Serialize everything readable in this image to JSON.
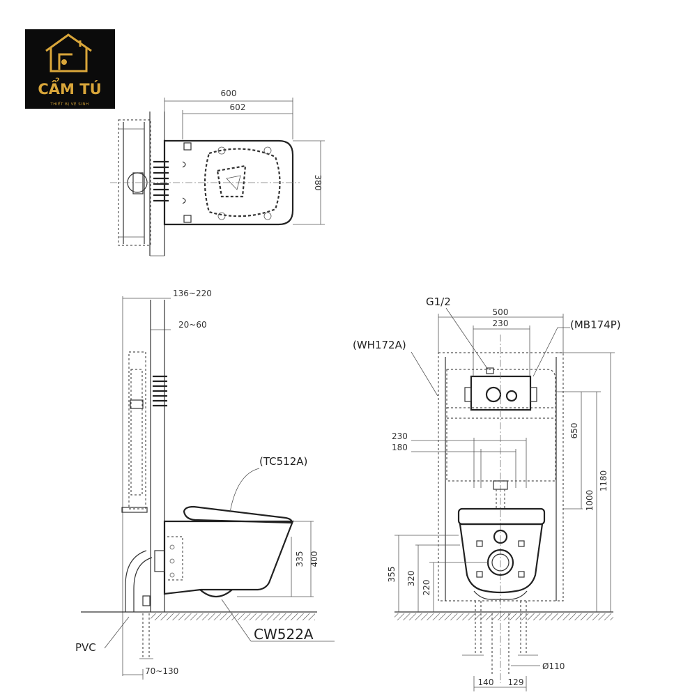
{
  "logo": {
    "name": "CẨM TÚ",
    "tagline": "THIẾT BỊ VỆ SINH"
  },
  "colors": {
    "logo_background": "#0b0b0b",
    "logo_gold": "#d9a63a",
    "line": "#222222"
  },
  "top_view": {
    "width_outer": "600",
    "width_inner": "602",
    "depth": "380"
  },
  "side_view": {
    "wall_depth": "136~220",
    "wall_gap": "20~60",
    "seat_model": "(TC512A)",
    "height_rim": "335",
    "height_seat": "400",
    "pipe_label": "PVC",
    "bowl_model": "CW522A",
    "floor_offset": "70~130"
  },
  "front_view": {
    "supply_label": "G1/2",
    "frame_model": "(WH172A)",
    "plate_model": "(MB174P)",
    "frame_width": "500",
    "plate_width": "230",
    "bolt_spacing_outer": "230",
    "bolt_spacing_inner": "180",
    "height_plate": "650",
    "height_mid": "1000",
    "height_total": "1180",
    "height_355": "355",
    "height_320": "320",
    "height_220": "220",
    "pipe_diameter": "Ø110",
    "offset_left": "140",
    "offset_right": "129"
  }
}
